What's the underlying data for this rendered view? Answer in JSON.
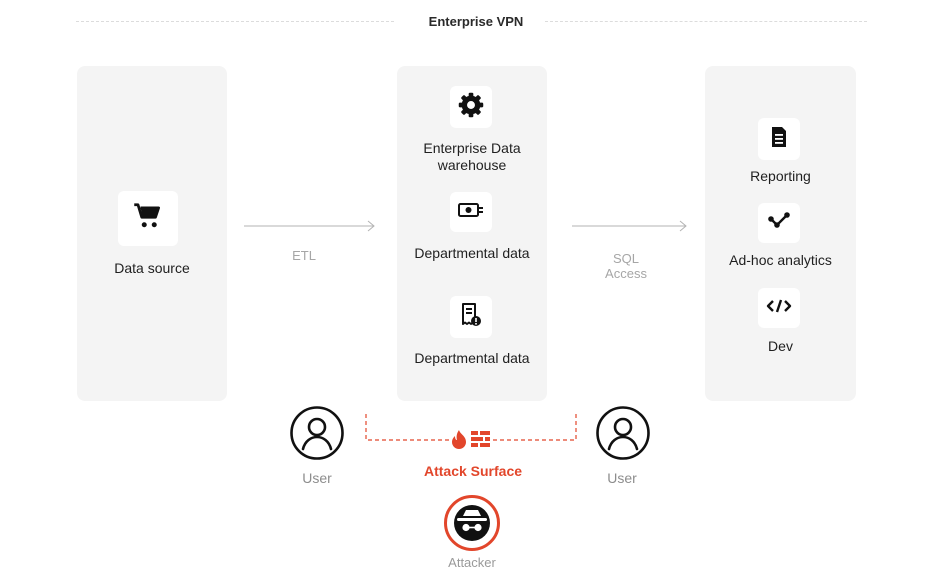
{
  "header": {
    "vpn_label": "Enterprise VPN"
  },
  "source_panel": {
    "label": "Data source",
    "icon": "shopping-cart-icon"
  },
  "etl_arrow": {
    "label": "ETL"
  },
  "warehouse_panel": {
    "items": [
      {
        "label": "Enterprise Data warehouse",
        "icon": "gear-icon"
      },
      {
        "label": "Departmental data",
        "icon": "banknote-icon"
      },
      {
        "label": "Departmental data",
        "icon": "receipt-icon"
      }
    ]
  },
  "sql_arrow": {
    "line1": "SQL",
    "line2": "Access"
  },
  "consumer_panel": {
    "items": [
      {
        "label": "Reporting",
        "icon": "document-icon"
      },
      {
        "label": "Ad-hoc analytics",
        "icon": "analytics-icon"
      },
      {
        "label": "Dev",
        "icon": "code-icon"
      }
    ]
  },
  "users": {
    "left": "User",
    "right": "User"
  },
  "attack": {
    "label": "Attack Surface",
    "color": "#e2462b"
  },
  "attacker": {
    "label": "Attacker"
  }
}
